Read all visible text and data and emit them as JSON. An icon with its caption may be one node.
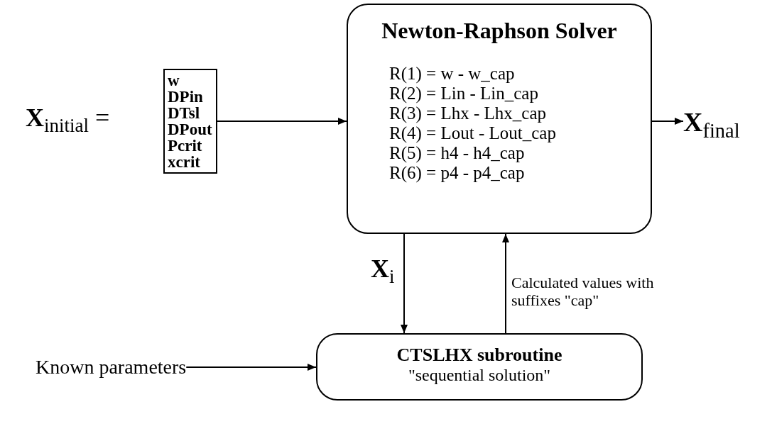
{
  "diagram": {
    "nodes": [
      {
        "text": [
          "w",
          "DPin",
          "DTsl",
          "DPout",
          "Pcrit",
          "xcrit"
        ]
      },
      {
        "text": [
          "Newton-Raphson Solver",
          "R(1) = w - w_cap",
          "R(2) = Lin - Lin_cap",
          "R(3) = Lhx - Lhx_cap",
          "R(4) = Lout - Lout_cap",
          "R(5) = h4 - h4_cap",
          "R(6) = p4 - p4_cap"
        ]
      },
      {
        "text": [
          "**X**$_{final}$"
        ]
      },
      {
        "text": [
          "CTSLHX subroutine",
          "\"sequential solution\""
        ]
      },
      {
        "text": [
          "Known parameters"
        ]
      }
    ],
    "edges": [
      {
        "from": 0,
        "to": 1,
        "arrow": "to"
      },
      {
        "from": 1,
        "to": 2,
        "arrow": "to"
      },
      {
        "from": 1,
        "to": 3,
        "arrow": "to",
        "label": "**X**$_{i}$"
      },
      {
        "from": 3,
        "to": 1,
        "arrow": "to",
        "label": "Calculated values with suffixes \"cap\""
      },
      {
        "from": 4,
        "to": 3,
        "arrow": "to"
      }
    ],
    "labels": [
      "**X**$_{initial}$ ="
    ]
  }
}
